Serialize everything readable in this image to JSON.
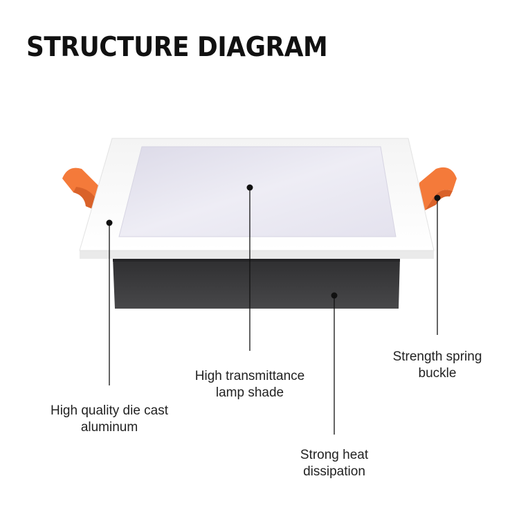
{
  "title": "STRUCTURE DIAGRAM",
  "colors": {
    "frame": "#ffffff",
    "diffuser": "#e6e4f0",
    "heatsink": "#3a3a3c",
    "spring_clip": "#f47a3a",
    "leader_line": "#111111"
  },
  "callouts": [
    {
      "id": "die-cast",
      "lines": [
        "High quality die cast",
        "aluminum"
      ]
    },
    {
      "id": "lamp-shade",
      "lines": [
        "High transmittance",
        "lamp shade"
      ]
    },
    {
      "id": "heat-dissipation",
      "lines": [
        "Strong heat",
        "dissipation"
      ]
    },
    {
      "id": "spring-buckle",
      "lines": [
        "Strength spring",
        "buckle"
      ]
    }
  ]
}
